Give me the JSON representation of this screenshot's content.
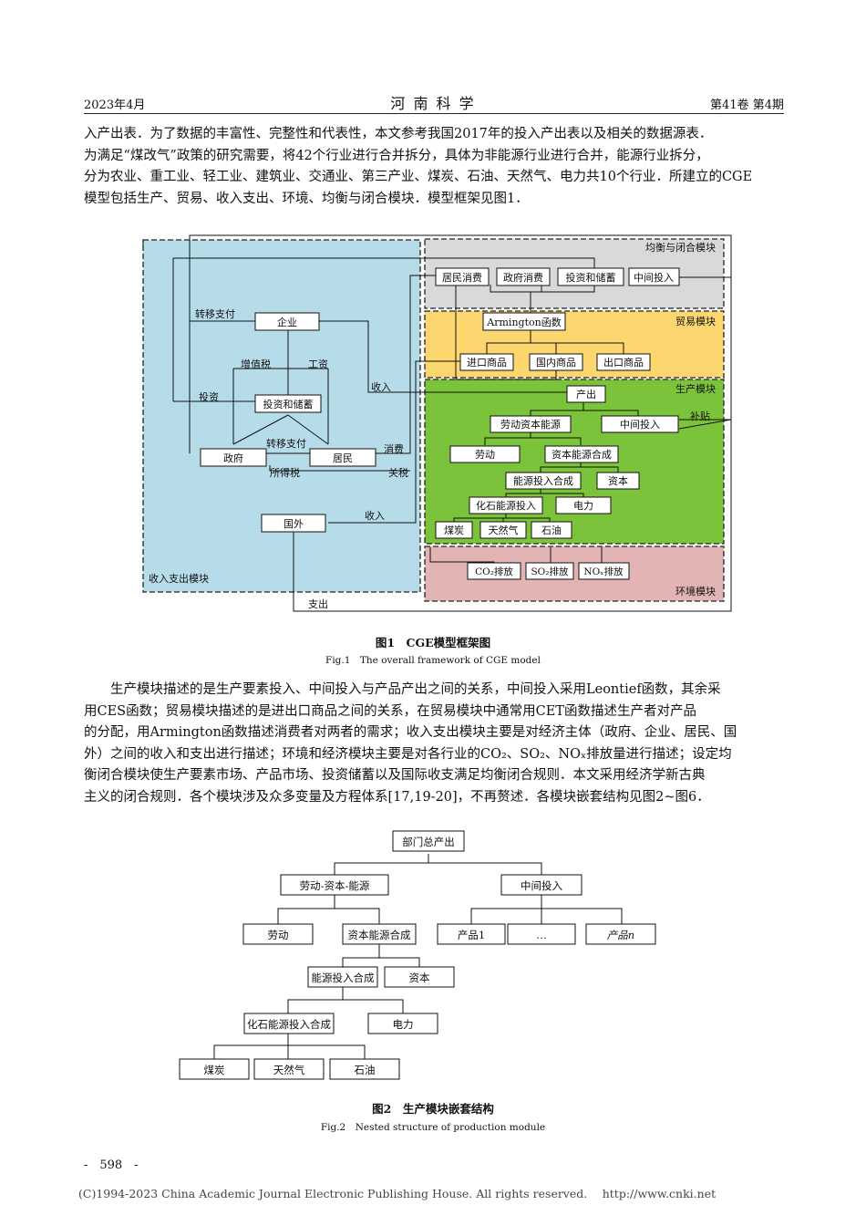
{
  "header": {
    "date": "2023年4月",
    "journal": "河 南 科 学",
    "issue": "第41卷 第4期"
  },
  "para1": [
    "入产出表．为了数据的丰富性、完整性和代表性，本文参考我国2017年的投入产出表以及相关的数据源表．",
    "为满足“煤改气”政策的研究需要，将42个行业进行合并拆分，具体为非能源行业进行合并，能源行业拆分，",
    "分为农业、重工业、轻工业、建筑业、交通业、第三产业、煤炭、石油、天然气、电力共10个行业．所建立的CGE",
    "模型包括生产、贸易、收入支出、环境、均衡与闭合模块．模型框架见图1．"
  ],
  "fig1": {
    "modules": {
      "income": "收入支出模块",
      "equilibrium": "均衡与闭合模块",
      "trade": "贸易模块",
      "production": "生产模块",
      "environment": "环境模块"
    },
    "nodes": {
      "enterprise": "企业",
      "inv_saving": "投资和储蓄",
      "government": "政府",
      "resident": "居民",
      "foreign": "国外",
      "res_consumption": "居民消费",
      "gov_consumption": "政府消费",
      "inv_saving2": "投资和储蓄",
      "intermediate": "中间投入",
      "armington": "Armington函数",
      "import_goods": "进口商品",
      "domestic_goods": "国内商品",
      "export_goods": "出口商品",
      "output": "产出",
      "lke": "劳动资本能源",
      "intermediate2": "中间投入",
      "labor": "劳动",
      "ke": "资本能源合成",
      "energy": "能源投入合成",
      "capital": "资本",
      "fossil": "化石能源投入",
      "electricity": "电力",
      "coal": "煤炭",
      "gas": "天然气",
      "oil": "石油",
      "co2": "CO₂排放",
      "so2": "SO₂排放",
      "nox": "NOₓ排放"
    },
    "labels": {
      "transfer_pay": "转移支付",
      "vat": "增值税",
      "wage": "工资",
      "investment": "投资",
      "income": "收入",
      "transfer_pay2": "转移支付",
      "consumption": "消费",
      "income_tax": "所得税",
      "tariff": "关税",
      "subsidy": "补贴",
      "income2": "收入",
      "expenditure": "支出"
    },
    "caption_cn": "图1　CGE模型框架图",
    "caption_en": "Fig.1　The overall framework of CGE model"
  },
  "para2": [
    "生产模块描述的是生产要素投入、中间投入与产品产出之间的关系，中间投入采用Leontief函数，其余采",
    "用CES函数；贸易模块描述的是进出口商品之间的关系，在贸易模块中通常用CET函数描述生产者对产品",
    "的分配，用Armington函数描述消费者对两者的需求；收入支出模块主要是对经济主体（政府、企业、居民、国",
    "外）之间的收入和支出进行描述；环境和经济模块主要是对各行业的CO₂、SO₂、NOₓ排放量进行描述；设定均",
    "衡闭合模块使生产要素市场、产品市场、投资储蓄以及国际收支满足均衡闭合规则．本文采用经济学新古典",
    "主义的闭合规则．各个模块涉及众多变量及方程体系[17,19-20]，不再赘述．各模块嵌套结构见图2~图6．"
  ],
  "fig2": {
    "nodes": {
      "total": "部门总产出",
      "lke": "劳动-资本-能源",
      "intermediate": "中间投入",
      "labor": "劳动",
      "ke": "资本能源合成",
      "product1": "产品1",
      "ellipsis": "…",
      "productn": "产品n",
      "energy": "能源投入合成",
      "capital": "资本",
      "fossil": "化石能源投入合成",
      "electricity": "电力",
      "coal": "煤炭",
      "gas": "天然气",
      "oil": "石油"
    },
    "caption_cn": "图2　生产模块嵌套结构",
    "caption_en": "Fig.2　Nested structure of production module"
  },
  "footer": {
    "page_number": "-　598　-",
    "copyright": "(C)1994-2023 China Academic Journal Electronic Publishing House. All rights reserved.　 http://www.cnki.net"
  }
}
